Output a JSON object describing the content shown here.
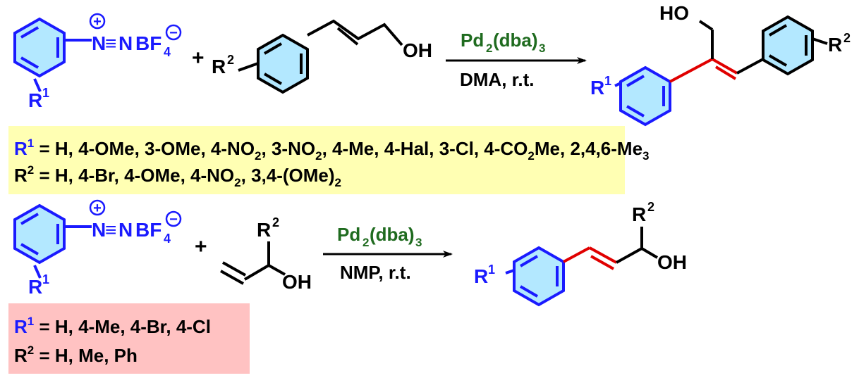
{
  "colors": {
    "aryl_ring_stroke": "#1a1aff",
    "aryl_ring_fill": "#b3e8ff",
    "new_bond": "#e00000",
    "reagent_text": "#1f6b1f",
    "r1_label": "#1a1aff",
    "box_yellow": "#ffffb3",
    "box_pink": "#ffc2c2"
  },
  "reaction1": {
    "diazonium": {
      "n": "N",
      "triple": "≡",
      "n2": "N",
      "bf": "BF",
      "sub4": "4",
      "plus": "+",
      "minus": "−",
      "r": "R",
      "r_sup": "1"
    },
    "plus_sign": "+",
    "cinnamyl": {
      "r": "R",
      "r_sup": "2",
      "oh": "OH"
    },
    "catalyst": {
      "pd": "Pd",
      "sub2": "2",
      "dba": "(dba)",
      "sub3": "3"
    },
    "conditions": "DMA, r.t.",
    "product": {
      "ho": "HO",
      "r1": "R",
      "r1_sup": "1",
      "r2": "R",
      "r2_sup": "2"
    },
    "scope": {
      "line1": {
        "r": "R",
        "sup": "1",
        "segments": [
          {
            "t": " = H, 4-OMe, 3-OMe, 4-NO",
            "sub": "2"
          },
          {
            "t": ", 3-NO",
            "sub": "2"
          },
          {
            "t": ", 4-Me, 4-Hal, 3-Cl, 4-CO",
            "sub": "2"
          },
          {
            "t": "Me, 2,4,6-Me",
            "sub": "3"
          }
        ]
      },
      "line2": {
        "r": "R",
        "sup": "2",
        "segments": [
          {
            "t": " = H,  4-Br, 4-OMe, 4-NO",
            "sub": "2"
          },
          {
            "t": ", 3,4-(OMe)",
            "sub": "2"
          }
        ]
      }
    }
  },
  "reaction2": {
    "diazonium": {
      "n": "N",
      "triple": "≡",
      "n2": "N",
      "bf": "BF",
      "sub4": "4",
      "plus": "+",
      "minus": "−",
      "r": "R",
      "r_sup": "1"
    },
    "plus_sign": "+",
    "allyl_alcohol": {
      "r": "R",
      "r_sup": "2",
      "oh": "OH"
    },
    "catalyst": {
      "pd": "Pd",
      "sub2": "2",
      "dba": "(dba)",
      "sub3": "3"
    },
    "conditions": "NMP, r.t.",
    "product": {
      "r1": "R",
      "r1_sup": "1",
      "r2": "R",
      "r2_sup": "2",
      "oh": "OH"
    },
    "scope": {
      "line1": {
        "r": "R",
        "sup": "1",
        "segments": [
          {
            "t": " = H, 4-Me, 4-Br, 4-Cl",
            "sub": ""
          }
        ]
      },
      "line2": {
        "r": "R",
        "sup": "2",
        "segments": [
          {
            "t": " = H, Me, Ph",
            "sub": ""
          }
        ]
      }
    }
  }
}
